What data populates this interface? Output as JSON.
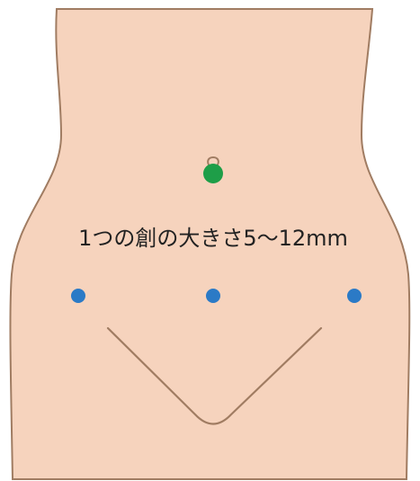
{
  "caption": "1つの創の大きさ5〜12mm",
  "colors": {
    "skin": "#f6d3bd",
    "outline": "#a07c62",
    "umbilical_port": "#1e9e48",
    "lower_port": "#2b7ac6",
    "background": "#ffffff"
  },
  "ports": {
    "umbilical": {
      "label": "umbilical-port",
      "color_key": "umbilical_port"
    },
    "lower": [
      {
        "label": "left-port"
      },
      {
        "label": "center-port"
      },
      {
        "label": "right-port"
      }
    ]
  }
}
